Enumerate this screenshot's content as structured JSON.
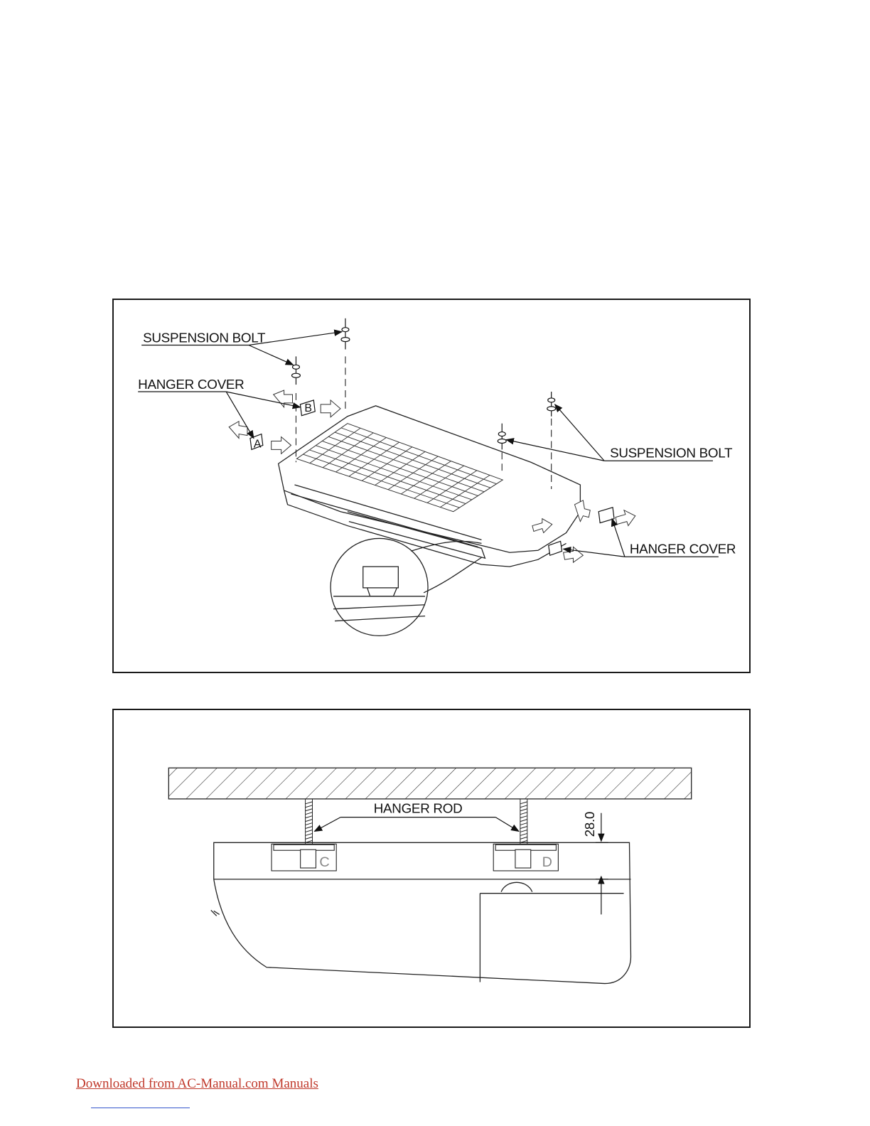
{
  "figure_top": {
    "labels": {
      "suspension_bolt_left": "SUSPENSION BOLT",
      "hanger_cover_left": "HANGER COVER",
      "suspension_bolt_right": "SUSPENSION BOLT",
      "hanger_cover_right": "HANGER COVER"
    },
    "bracket_letters": [
      "A",
      "B"
    ]
  },
  "figure_bottom": {
    "labels": {
      "hanger_rod": "HANGER ROD",
      "dimension": "28.0"
    },
    "bracket_letters": [
      "C",
      "D"
    ]
  },
  "footer": {
    "link_text": "Downloaded from AC-Manual.com Manuals"
  }
}
